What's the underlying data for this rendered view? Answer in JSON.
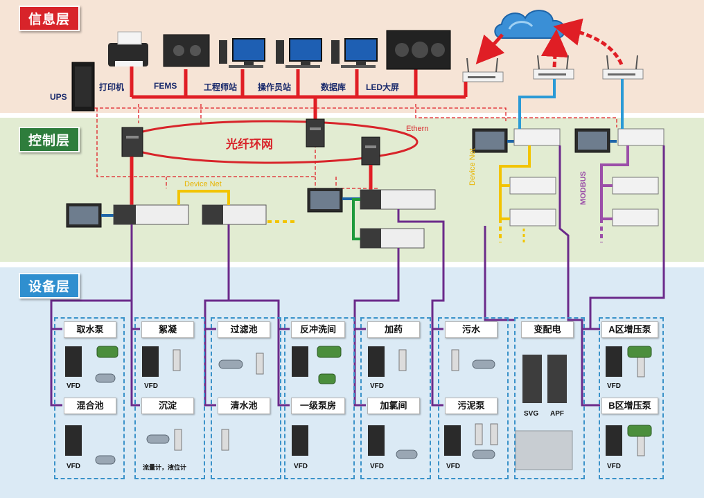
{
  "layers": {
    "info": "信息层",
    "control": "控制层",
    "device": "设备层"
  },
  "info_devices": {
    "ups": "UPS",
    "printer": "打印机",
    "fems": "FEMS",
    "engineer_station": "工程师站",
    "operator_station": "操作员站",
    "database": "数据库",
    "led_screen": "LED大屏"
  },
  "network": {
    "fiber_ring": "光纤环网",
    "ethernet": "Ethern",
    "device_net_top": "Device Net",
    "device_net_side": "Device Net",
    "modbus": "MODBUS"
  },
  "areas": [
    {
      "name": "取水泵",
      "caption": "VFD"
    },
    {
      "name": "混合池",
      "caption": "VFD"
    },
    {
      "name": "絮凝",
      "caption": "VFD"
    },
    {
      "name": "沉淀",
      "caption": "流量计，液位计"
    },
    {
      "name": "过滤池",
      "caption": ""
    },
    {
      "name": "清水池",
      "caption": ""
    },
    {
      "name": "反冲洗间",
      "caption": ""
    },
    {
      "name": "一级泵房",
      "caption": "VFD"
    },
    {
      "name": "加药",
      "caption": "VFD"
    },
    {
      "name": "加氯间",
      "caption": "VFD"
    },
    {
      "name": "污水",
      "caption": ""
    },
    {
      "name": "污泥泵",
      "caption": "VFD"
    },
    {
      "name": "变配电",
      "caption_svg": "SVG",
      "caption_apf": "APF"
    },
    {
      "name": "A区增压泵",
      "caption": "VFD"
    },
    {
      "name": "B区增压泵",
      "caption": "VFD"
    }
  ],
  "colors": {
    "ethernet_red": "#e01e25",
    "fiber_ring_red": "#d8242a",
    "device_net_yellow": "#f2c400",
    "profibus_purple": "#6b2a8a",
    "modbus_purple": "#9b4fa8",
    "wireless_blue": "#2b9ad6",
    "box_dashed_blue": "#3a92c9",
    "plc_green": "#1e9a3c"
  },
  "icons": [
    "cloud-icon",
    "router-icon",
    "printer-icon",
    "server-rack-icon",
    "monitor-icon",
    "switch-icon",
    "plc-icon",
    "hmi-icon",
    "vfd-icon",
    "flowmeter-icon",
    "valve-icon",
    "motor-icon",
    "cabinet-icon"
  ]
}
